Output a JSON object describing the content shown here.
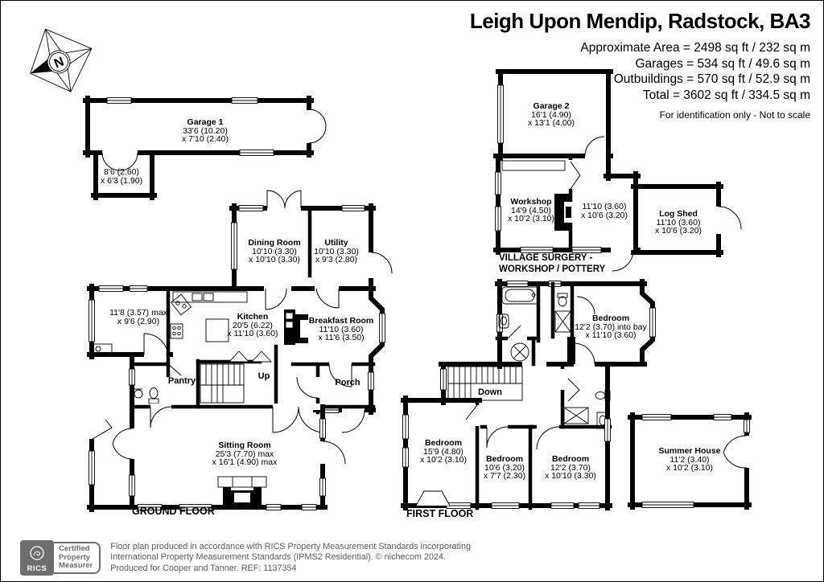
{
  "header": {
    "title": "Leigh Upon Mendip, Radstock, BA3",
    "area_lines": [
      "Approximate Area = 2498 sq ft / 232 sq m",
      "Garages = 534 sq ft / 49.6 sq m",
      "Outbuildings = 570 sq ft / 52.9 sq m",
      "Total = 3602 sq ft / 334.5 sq m"
    ],
    "note": "For identification only - Not to scale"
  },
  "compass": {
    "label": "N"
  },
  "plans": {
    "ground_floor_label": "GROUND FLOOR",
    "first_floor_label": "FIRST FLOOR",
    "outbuilding_label_line1": "VILLAGE SURGERY -",
    "outbuilding_label_line2": "WORKSHOP / POTTERY"
  },
  "rooms": {
    "garage1": {
      "name": "Garage 1",
      "dim1": "33'6 (10.20)",
      "dim2": "x 7'10 (2.40)"
    },
    "garage1_store": {
      "dim1": "8'6 (2.60)",
      "dim2": "x 6'3 (1.90)"
    },
    "garage2": {
      "name": "Garage 2",
      "dim1": "16'1 (4.90)",
      "dim2": "x 13'1 (4.00)"
    },
    "workshop": {
      "name": "Workshop",
      "dim1": "14'9 (4.50)",
      "dim2": "x 10'2 (3.10)"
    },
    "pottery": {
      "dim1": "11'10 (3.60)",
      "dim2": "x 10'6 (3.20)"
    },
    "log_shed": {
      "name": "Log Shed",
      "dim1": "11'10 (3.60)",
      "dim2": "x 10'6 (3.20)"
    },
    "dining": {
      "name": "Dining Room",
      "dim1": "10'10 (3.30)",
      "dim2": "x 10'10 (3.30)"
    },
    "utility": {
      "name": "Utility",
      "dim1": "10'10 (3.30)",
      "dim2": "x 9'3 (2.80)"
    },
    "side_room": {
      "dim1": "11'8 (3.57) max",
      "dim2": "x 9'6 (2.90)"
    },
    "kitchen": {
      "name": "Kitchen",
      "dim1": "20'5 (6.22)",
      "dim2": "x 11'10 (3.60)"
    },
    "breakfast": {
      "name": "Breakfast Room",
      "dim1": "11'10 (3.60)",
      "dim2": "x 11'6 (3.50)"
    },
    "sitting": {
      "name": "Sitting Room",
      "dim1": "25'3 (7.70) max",
      "dim2": "x 16'1 (4.90) max"
    },
    "bed1": {
      "name": "Bedroom",
      "dim1": "12'2 (3.70) into bay",
      "dim2": "x 11'10 (3.60)"
    },
    "bed2": {
      "name": "Bedroom",
      "dim1": "15'9 (4.80)",
      "dim2": "x 10'2 (3.10)"
    },
    "bed3": {
      "name": "Bedroom",
      "dim1": "10'6 (3.20)",
      "dim2": "x 7'7 (2.30)"
    },
    "bed4": {
      "name": "Bedroom",
      "dim1": "12'2 (3.70)",
      "dim2": "x 10'10 (3.30)"
    },
    "summer": {
      "name": "Summer House",
      "dim1": "11'2 (3.40)",
      "dim2": "x 10'2 (3.10)"
    }
  },
  "small_labels": {
    "pantry": "Pantry",
    "up": "Up",
    "porch": "Porch",
    "down": "Down"
  },
  "footer": {
    "rics": "RICS",
    "badge_lines": [
      "Certified",
      "Property",
      "Measurer"
    ],
    "lines": [
      "Floor plan produced in accordance with RICS Property Measurement Standards incorporating",
      "International Property Measurement Standards (IPMS2 Residential).  © nichecom 2024.",
      "Produced for Cooper and Tanner.   REF: 1137354"
    ]
  }
}
